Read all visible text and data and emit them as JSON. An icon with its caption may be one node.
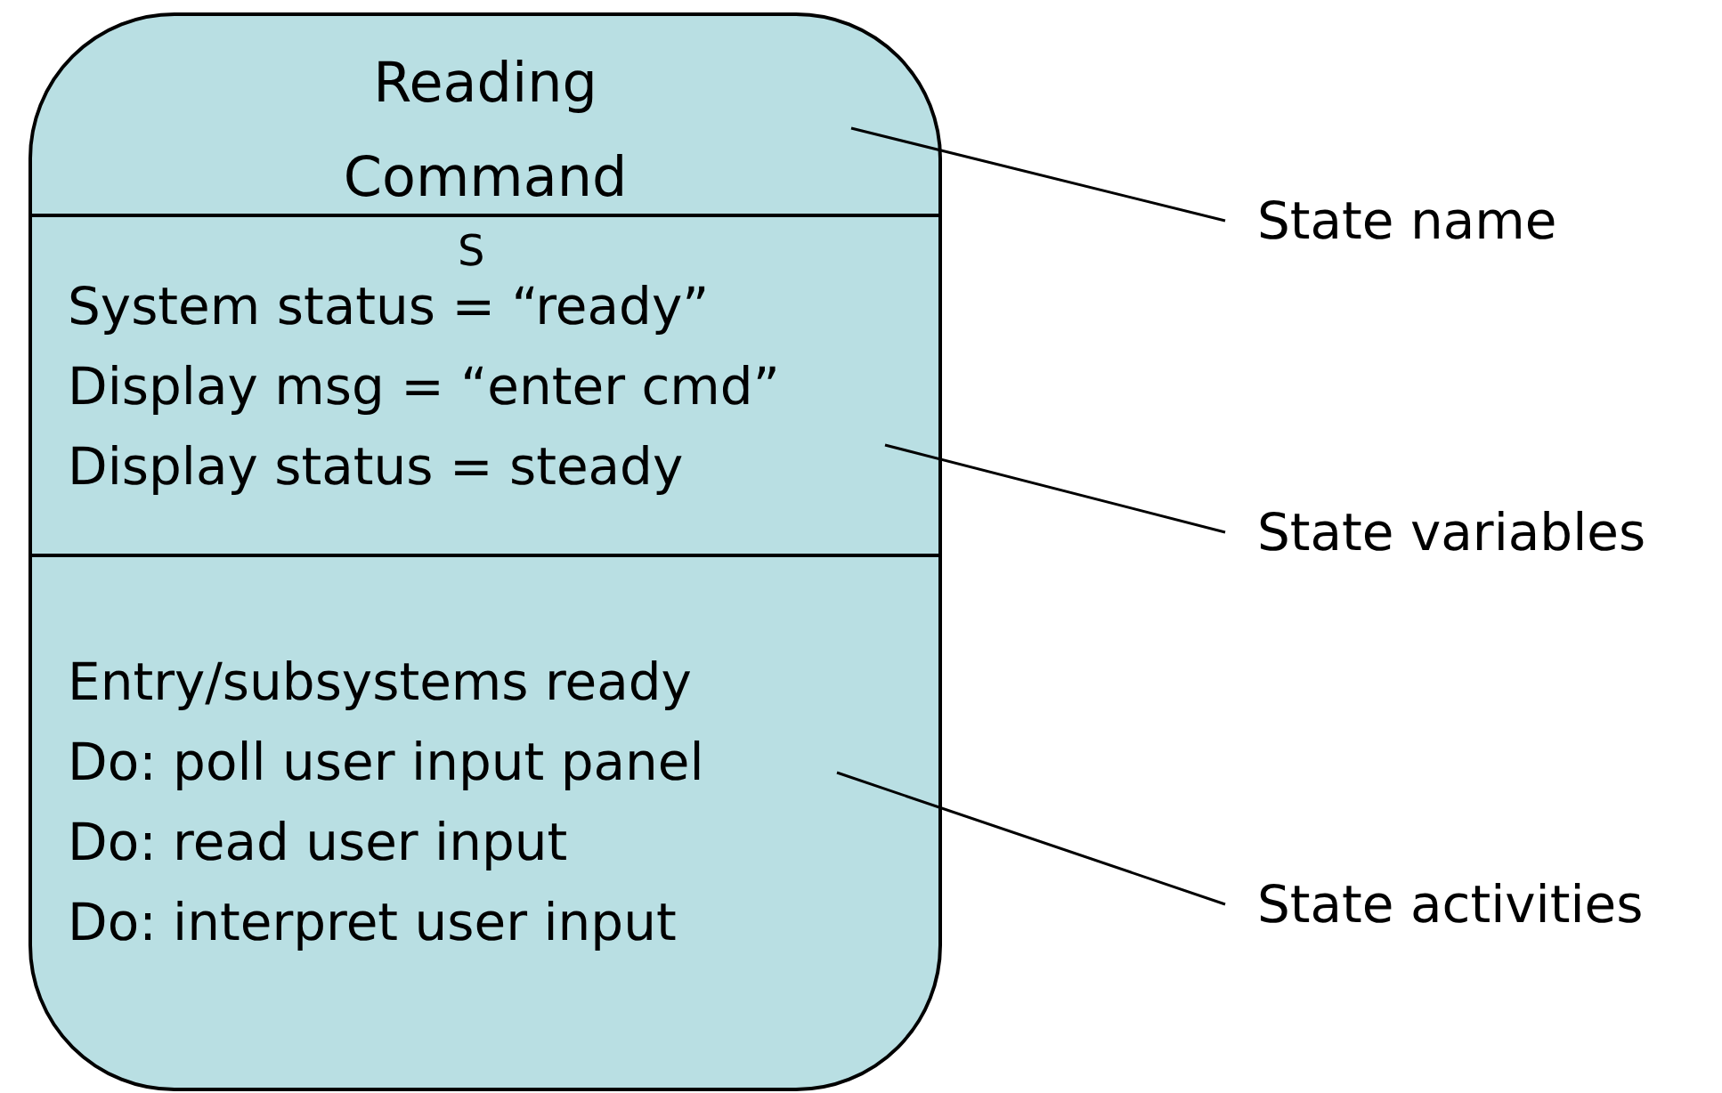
{
  "diagram": {
    "nodes": [
      {
        "text": [],
        "shape": "box"
      },
      {
        "text": [
          "Reading Command"
        ],
        "in": 0
      },
      {
        "text": [
          "System status = “ready”",
          "Display msg = “enter cmd”",
          "Display status = steady"
        ],
        "in": 0
      },
      {
        "text": [
          "Entry/subsystems ready",
          "Do: poll user input panel",
          "Do: read user input",
          "Do: interpret user input"
        ],
        "in": 0
      },
      {
        "text": [
          "State name"
        ]
      },
      {
        "text": [
          "State variables"
        ]
      },
      {
        "text": [
          "State activities"
        ]
      }
    ],
    "edges": [
      {
        "from": 4,
        "to": 1,
        "arrow": "none"
      },
      {
        "from": 5,
        "to": 2,
        "arrow": "none"
      },
      {
        "from": 6,
        "to": 3,
        "arrow": "none"
      }
    ],
    "labels": [
      "S"
    ]
  }
}
